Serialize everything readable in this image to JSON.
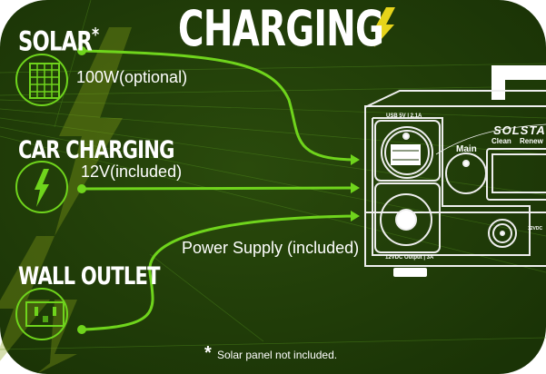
{
  "title": "CHARGING",
  "colors": {
    "background": "#1e3a07",
    "accent": "#6fd41c",
    "text": "#ffffff"
  },
  "sources": [
    {
      "label": "SOLAR",
      "marker": "*",
      "detail": "100W(optional)",
      "icon": "solar-panel-icon"
    },
    {
      "label": "CAR CHARGING",
      "detail": "12V(included)",
      "icon": "lightning-icon"
    },
    {
      "label": "WALL OUTLET",
      "detail": "Power Supply (included)",
      "icon": "wall-outlet-icon"
    }
  ],
  "device": {
    "usb_label": "USB 5V | 2.1A",
    "dc_label": "12VDC Output | 3A",
    "main_label": "Main",
    "brand": "SOLSTA",
    "tagline_1": "Clean",
    "tagline_2": "Renew",
    "input_label": "12VDC"
  },
  "footnote": {
    "marker": "*",
    "text": "Solar panel not included."
  }
}
